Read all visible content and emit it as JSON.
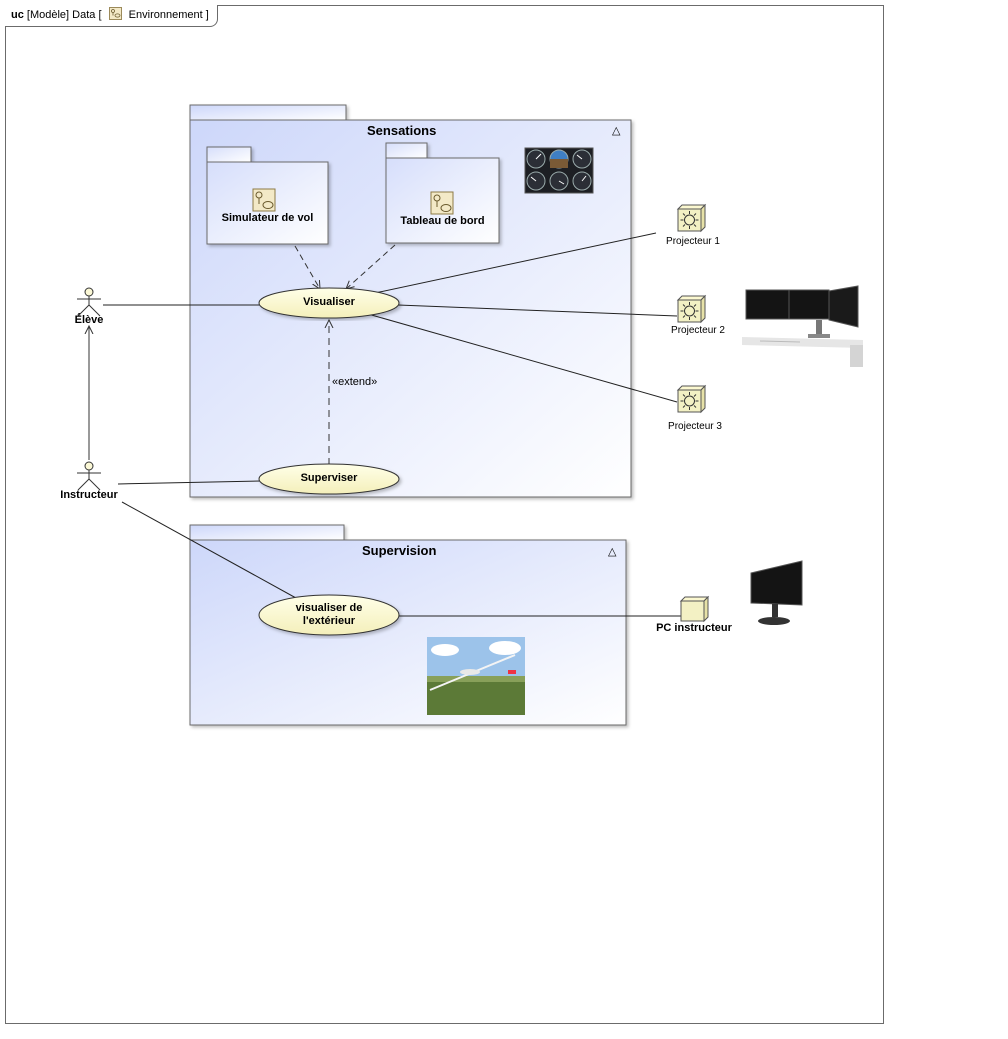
{
  "frame": {
    "kind": "uc",
    "model": "[Modèle]",
    "name": "Data",
    "bracket_open": "[",
    "diagram": "Environnement",
    "bracket_close": "]"
  },
  "packages": {
    "sensations": {
      "title": "Sensations",
      "collapse_glyph": "△"
    },
    "supervision": {
      "title": "Supervision",
      "collapse_glyph": "△"
    }
  },
  "subpackages": {
    "simulateur": "Simulateur de vol",
    "tableau": "Tableau de bord"
  },
  "use_cases": {
    "visualiser": "Visualiser",
    "superviser": "Superviser",
    "visualiser_ext_line1": "visualiser de",
    "visualiser_ext_line2": "l'extérieur"
  },
  "actors": {
    "eleve": "Élève",
    "instructeur": "Instructeur"
  },
  "nodes": {
    "projecteur1": "Projecteur 1",
    "projecteur2": "Projecteur 2",
    "projecteur3": "Projecteur 3",
    "pc": "PC instructeur"
  },
  "stereotypes": {
    "extend": "«extend»"
  },
  "colors": {
    "package_fill": "#dde4fb",
    "usecase_fill": "#fdfbd6",
    "node_fill": "#f3f1c4",
    "border": "#6b6b6b"
  }
}
